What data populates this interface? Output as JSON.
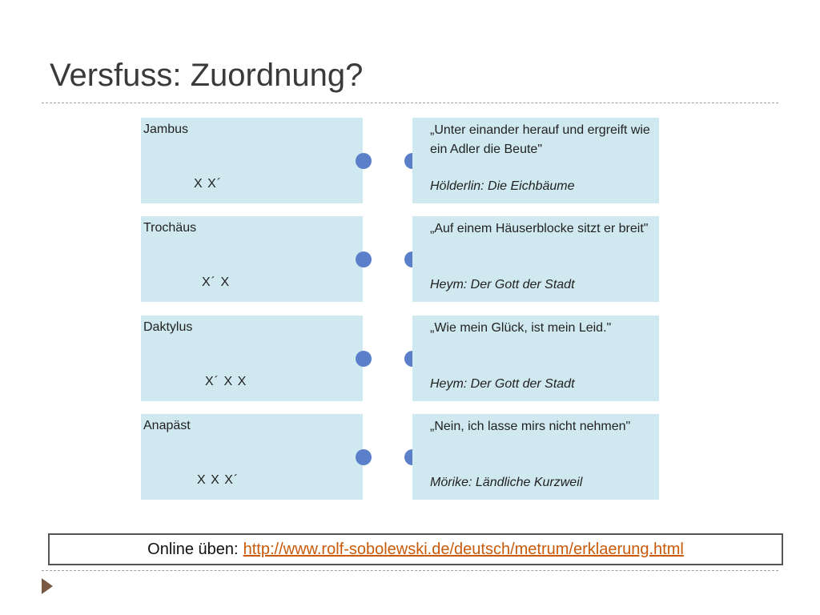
{
  "slide": {
    "title": "Versfuss: Zuordnung?",
    "footer_prefix": "Online üben:",
    "footer_url": "http://www.rolf-sobolewski.de/deutsch/metrum/erklaerung.html"
  },
  "meters": [
    {
      "name": "Jambus",
      "pattern": "X X´"
    },
    {
      "name": "Trochäus",
      "pattern": "X´ X"
    },
    {
      "name": "Daktylus",
      "pattern": "X´ X X"
    },
    {
      "name": "Anapäst",
      "pattern": "X X X´"
    }
  ],
  "quotes": [
    {
      "text": "„Unter einander herauf und ergreift wie ein Adler die Beute\"",
      "source": "Hölderlin: Die Eichbäume"
    },
    {
      "text": "„Auf einem Häuserblocke sitzt er breit\"",
      "source": "Heym: Der Gott der Stadt"
    },
    {
      "text": "„Wie mein Glück, ist mein Leid.\"",
      "source": "Heym: Der Gott der Stadt"
    },
    {
      "text": "„Nein, ich lasse mirs nicht nehmen\"",
      "source": "Mörike: Ländliche Kurzweil"
    }
  ],
  "colors": {
    "box": "#d0e8f0",
    "dot": "#5b80c9",
    "link": "#c85a0a",
    "bullet": "#7a5a45"
  },
  "icons": {
    "bullet": "triangle-bullet-icon",
    "connector": "connector-dot-icon"
  }
}
